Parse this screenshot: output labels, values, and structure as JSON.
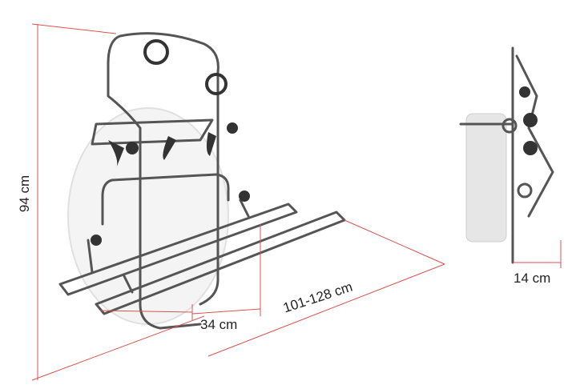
{
  "dimensions": {
    "height": "94 cm",
    "arm_spacing": "34 cm",
    "arm_length": "101-128 cm",
    "depth": "14 cm"
  },
  "colors": {
    "dimension_line": "#d9534f",
    "frame": "#555555",
    "wheel": "#d8d8d8"
  }
}
